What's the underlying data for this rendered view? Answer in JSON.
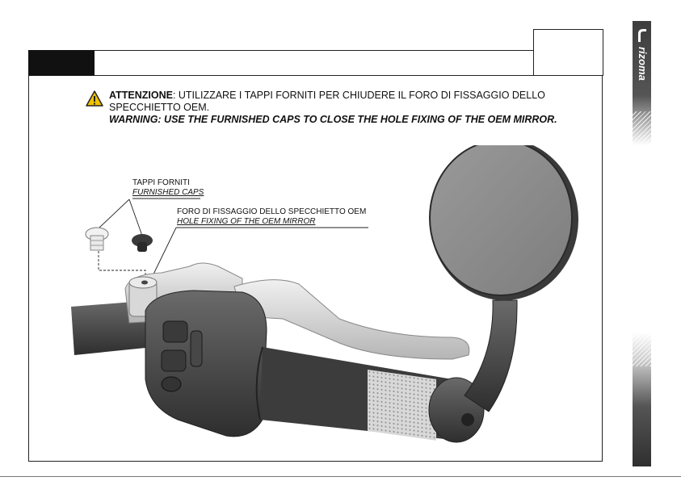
{
  "warning": {
    "it_label": "ATTENZIONE",
    "it_text": ": UTILIZZARE I TAPPI FORNITI PER CHIUDERE IL FORO DI FISSAGGIO DELLO SPECCHIETTO OEM.",
    "en_label": "WARNING",
    "en_text": ": USE THE FURNISHED CAPS TO CLOSE THE HOLE FIXING OF THE OEM MIRROR."
  },
  "callouts": {
    "caps_it": "TAPPI FORNITI",
    "caps_en": "FURNISHED CAPS",
    "hole_it": "FORO DI FISSAGGIO DELLO SPECCHIETTO OEM",
    "hole_en": "HOLE FIXING OF THE OEM MIRROR"
  },
  "brand": {
    "name": "rizoma"
  },
  "colors": {
    "frame": "#222222",
    "sidebar_dark": "#3d3d3d",
    "warning_yellow": "#f2c200"
  }
}
